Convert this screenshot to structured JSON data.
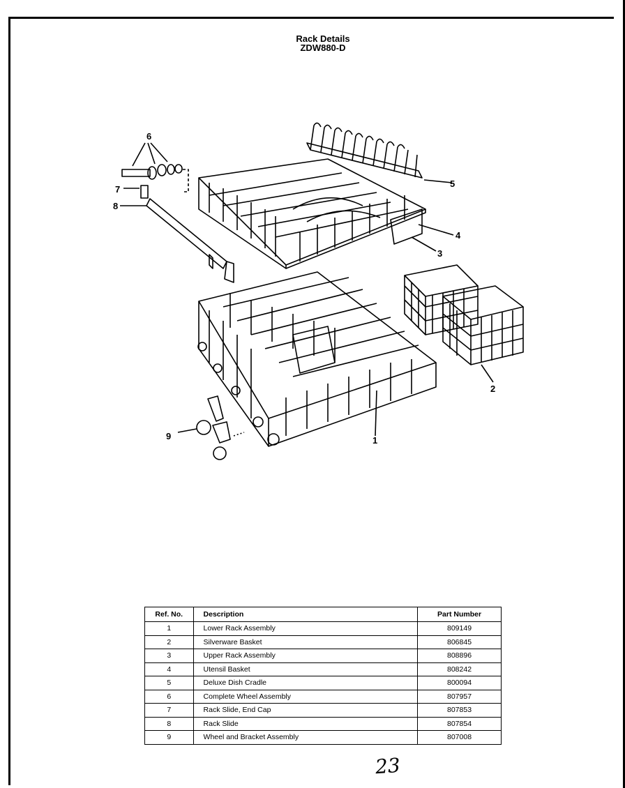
{
  "header": {
    "title": "Rack Details",
    "model": "ZDW880-D"
  },
  "callouts": [
    "1",
    "2",
    "3",
    "4",
    "5",
    "6",
    "7",
    "8",
    "9"
  ],
  "table": {
    "columns": [
      "Ref. No.",
      "Description",
      "Part Number"
    ],
    "rows": [
      {
        "ref": "1",
        "desc": "Lower Rack Assembly",
        "pn": "809149"
      },
      {
        "ref": "2",
        "desc": "Silverware Basket",
        "pn": "806845"
      },
      {
        "ref": "3",
        "desc": "Upper Rack Assembly",
        "pn": "808896"
      },
      {
        "ref": "4",
        "desc": "Utensil Basket",
        "pn": "808242"
      },
      {
        "ref": "5",
        "desc": "Deluxe Dish Cradle",
        "pn": "800094"
      },
      {
        "ref": "6",
        "desc": "Complete Wheel Assembly",
        "pn": "807957"
      },
      {
        "ref": "7",
        "desc": "Rack Slide, End Cap",
        "pn": "807853"
      },
      {
        "ref": "8",
        "desc": "Rack Slide",
        "pn": "807854"
      },
      {
        "ref": "9",
        "desc": "Wheel and Bracket Assembly",
        "pn": "807008"
      }
    ]
  },
  "page_note": "23"
}
